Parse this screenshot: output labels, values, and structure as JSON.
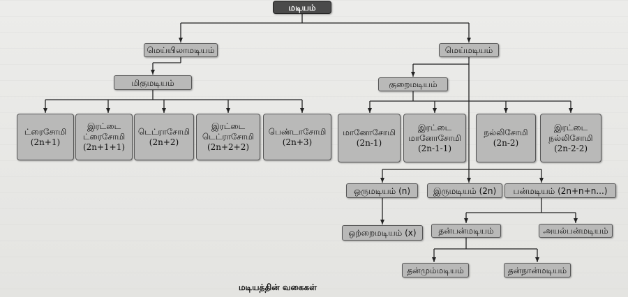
{
  "root": "மடியம்",
  "level1": {
    "left": "மெய்யிலாமடியம்",
    "right": "மெய்மடியம்"
  },
  "level2": {
    "left": "மிகுமடியம்",
    "right": "குறைமடியம்"
  },
  "leaves": [
    {
      "line1": "ட்ரைசோமி",
      "line2": "(2n+1)"
    },
    {
      "line1": "இரட்டை",
      "line1b": "ட்ரைசோமி",
      "line2": "(2n+1+1)"
    },
    {
      "line1": "டெட்ராசோமி",
      "line2": "(2n+2)"
    },
    {
      "line1": "இரட்டை",
      "line1b": "டெட்ராசோமி",
      "line2": "(2n+2+2)"
    },
    {
      "line1": "பெண்டாசோமி",
      "line2": "(2n+3)"
    },
    {
      "line1": "மானோசோமி",
      "line2": "(2n-1)"
    },
    {
      "line1": "இரட்டை",
      "line1b": "மானோசோமி",
      "line2": "(2n-1-1)"
    },
    {
      "line1": "நல்லிசோமி",
      "line2": "(2n-2)"
    },
    {
      "line1": "இரட்டை",
      "line1b": "நல்லிசோமி",
      "line2": "(2n-2-2)"
    }
  ],
  "euploidy": {
    "mono": "ஒருமடியம் (n)",
    "di": "இருமடியம் (2n)",
    "poly": "பன்மடியம் (2n+n+n...)",
    "haploid": "ஒற்றைமடியம் (x)",
    "auto": "தன்பன்மடியம்",
    "allo": "அயல்பன்மடியம்",
    "triploid": "தன்மும்மடியம்",
    "tetraploid": "தன்நான்மடியம்"
  },
  "caption": "மடியத்தின் வகைகள்"
}
